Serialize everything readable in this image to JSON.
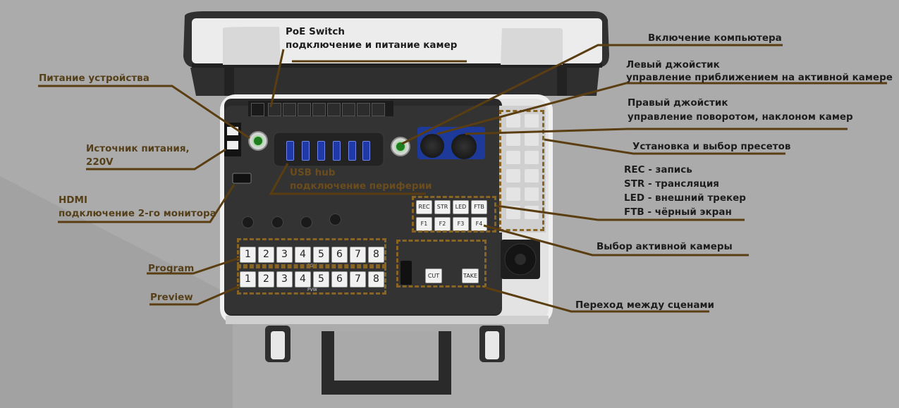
{
  "labels": {
    "poe_title": "PoE Switch",
    "poe_desc": "подключение и питание камер",
    "power_device": "Питание устройства",
    "power_source_1": "Источник питания,",
    "power_source_2": "220V",
    "hdmi_1": "HDMI",
    "hdmi_2": "подключение 2-го монитора",
    "program": "Program",
    "preview": "Preview",
    "usb_1": "USB hub",
    "usb_2": "подключение периферии",
    "pc_power": "Включение компьютера",
    "left_joy_1": "Левый джойстик",
    "left_joy_2": "управление приближением на активной камере",
    "right_joy_1": "Правый джойстик",
    "right_joy_2": "управление поворотом, наклоном камер",
    "presets": "Установка и выбор пресетов",
    "rec": "REC - запись",
    "str": "STR - трансляция",
    "led": "LED - внешний трекер",
    "ftb": "FTB - чёрный экран",
    "active_camera": "Выбор активной камеры",
    "transition": "Переход между сценами"
  },
  "keys": {
    "program": [
      "1",
      "2",
      "3",
      "4",
      "5",
      "6",
      "7",
      "8"
    ],
    "preview": [
      "1",
      "2",
      "3",
      "4",
      "5",
      "6",
      "7",
      "8"
    ],
    "func_top": [
      "REC",
      "STR",
      "LED",
      "FTB"
    ],
    "func_bottom": [
      "F1",
      "F2",
      "F3",
      "F4"
    ],
    "cut": "CUT",
    "take": "TAKE",
    "pgm_small": "PGM",
    "pvw_small": "PVW"
  },
  "colors": {
    "label": "#55401a",
    "leader": "#5a3e12",
    "dash": "#8a6423",
    "panel": "#2a2a2a"
  }
}
